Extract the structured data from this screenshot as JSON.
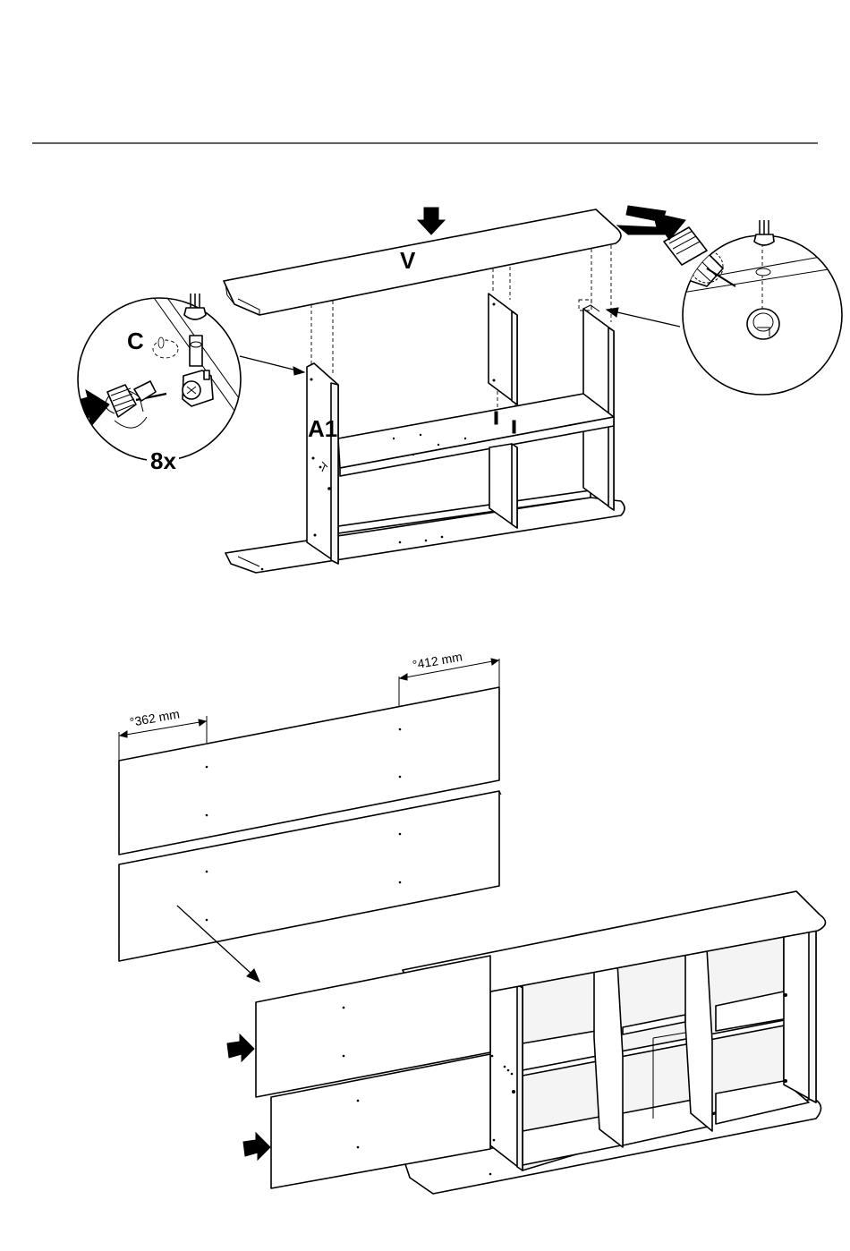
{
  "labels": {
    "top_panel": "V",
    "side_panel": "A1",
    "fitting": "C",
    "quantity": "8x"
  },
  "dimensions": {
    "left_offset": "°362 mm",
    "right_offset": "°412 mm"
  },
  "colors": {
    "line": "#000000",
    "background": "#ffffff"
  },
  "icons": [
    "down-arrow-icon",
    "push-arrow-icon",
    "cam-lock-icon",
    "screwdriver-icon"
  ]
}
